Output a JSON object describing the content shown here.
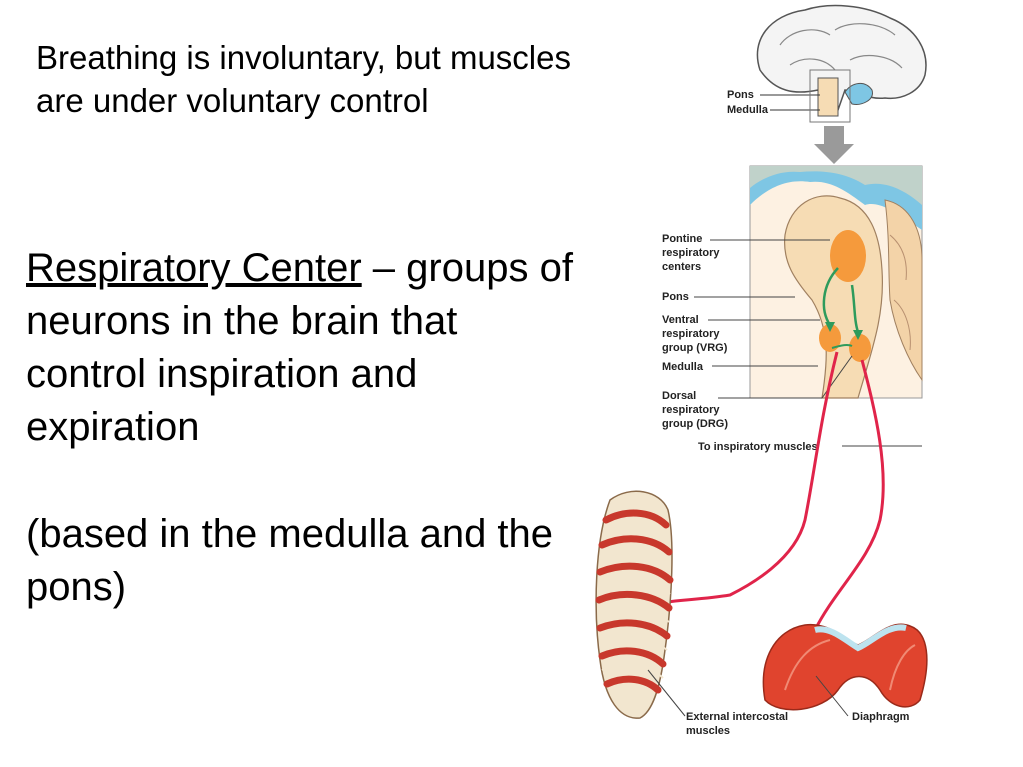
{
  "slide": {
    "intro_text": "Breathing is involuntary, but muscles are under voluntary control",
    "term": "Respiratory Center",
    "definition": " – groups of neurons in the brain that control inspiration and expiration",
    "note": "(based in the medulla and the pons)"
  },
  "figure": {
    "labels": {
      "pons_top": "Pons",
      "medulla_top": "Medulla",
      "pontine_1": "Pontine",
      "pontine_2": "respiratory",
      "pontine_3": "centers",
      "pons": "Pons",
      "ventral_1": "Ventral",
      "ventral_2": "respiratory",
      "ventral_3": "group (VRG)",
      "medulla": "Medulla",
      "dorsal_1": "Dorsal",
      "dorsal_2": "respiratory",
      "dorsal_3": "group (DRG)",
      "to_muscles": "To inspiratory muscles",
      "intercostal_1": "External intercostal",
      "intercostal_2": "muscles",
      "diaphragm": "Diaphragm"
    },
    "colors": {
      "neuron_centers": "#f59a3c",
      "nerve_path": "#e0244a",
      "neural_flow": "#2e9b5c",
      "brainstem": "#f6dcb4",
      "csf": "#7ec6e4",
      "muscle": "#e0442e"
    }
  }
}
